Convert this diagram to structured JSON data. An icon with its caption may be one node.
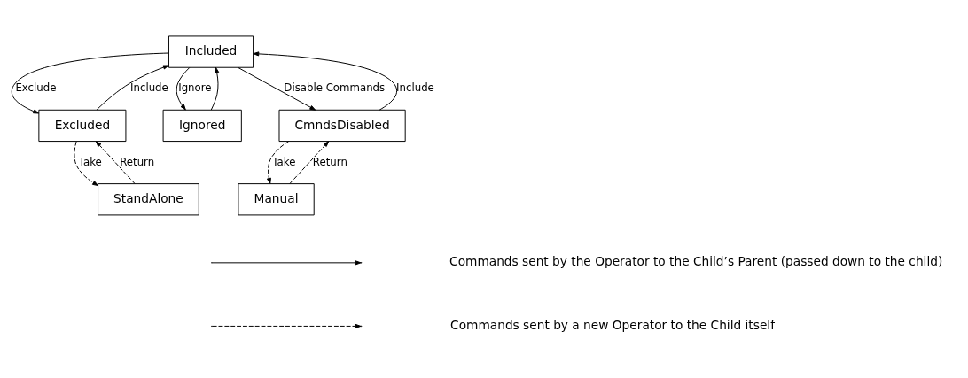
{
  "diagram": {
    "nodes": [
      {
        "text": [
          "Included"
        ]
      },
      {
        "text": [
          "Excluded"
        ]
      },
      {
        "text": [
          "Ignored"
        ]
      },
      {
        "text": [
          "CmndsDisabled"
        ]
      },
      {
        "text": [
          "StandAlone"
        ]
      },
      {
        "text": [
          "Manual"
        ]
      }
    ],
    "edges": [
      {
        "from": 0,
        "to": 1,
        "arrow": "to",
        "label": "Exclude"
      },
      {
        "from": 1,
        "to": 0,
        "arrow": "to",
        "label": "Include"
      },
      {
        "from": 0,
        "to": 2,
        "arrow": "to",
        "label": "Ignore"
      },
      {
        "from": 2,
        "to": 0,
        "arrow": "to"
      },
      {
        "from": 0,
        "to": 3,
        "arrow": "to",
        "label": "Disable Commands"
      },
      {
        "from": 3,
        "to": 0,
        "arrow": "to",
        "label": "Include"
      },
      {
        "from": 1,
        "to": 4,
        "arrow": "to",
        "label": "Take",
        "style": "dashed"
      },
      {
        "from": 4,
        "to": 1,
        "arrow": "to",
        "label": "Return",
        "style": "dashed"
      },
      {
        "from": 3,
        "to": 5,
        "arrow": "to",
        "label": "Take",
        "style": "dashed"
      },
      {
        "from": 5,
        "to": 3,
        "arrow": "to",
        "label": "Return",
        "style": "dashed"
      }
    ],
    "legend": [
      {
        "text": "Commands sent by the Operator to the Child’s Parent (passed down to the child)"
      },
      {
        "text": "Commands sent by a new Operator to the Child itself"
      }
    ]
  }
}
